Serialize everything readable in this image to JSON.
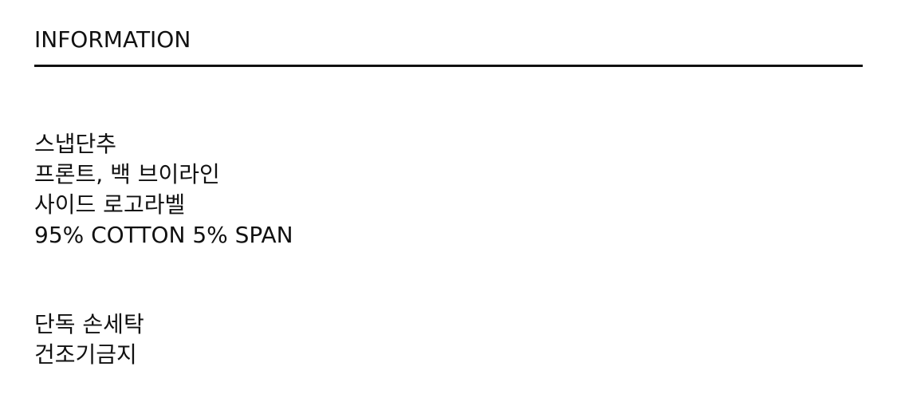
{
  "section": {
    "title": "INFORMATION"
  },
  "details": [
    "스냅단추",
    "프론트, 백 브이라인",
    "사이드 로고라벨",
    "95% COTTON 5% SPAN"
  ],
  "care": [
    "단독 손세탁",
    "건조기금지"
  ],
  "colors": {
    "text": "#111111",
    "rule": "#111111",
    "background": "#ffffff"
  }
}
